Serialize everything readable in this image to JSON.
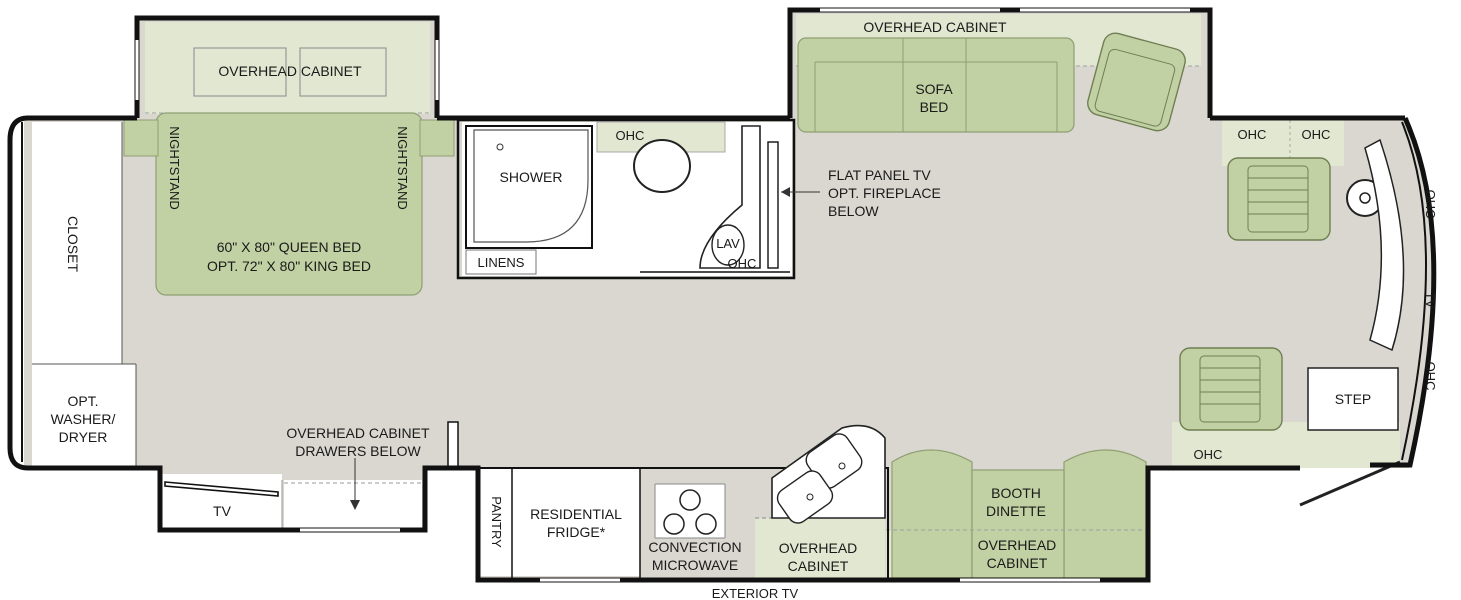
{
  "labels": {
    "overhead_cabinet_bedroom": "OVERHEAD CABINET",
    "nightstand_left": "NIGHTSTAND",
    "nightstand_right": "NIGHTSTAND",
    "bed_line1": "60\" X 80\" QUEEN BED",
    "bed_line2": "OPT. 72\" X 80\" KING BED",
    "closet": "CLOSET",
    "washer_line1": "OPT.",
    "washer_line2": "WASHER/",
    "washer_line3": "DRYER",
    "tv_bedroom": "TV",
    "overhead_drawers_line1": "OVERHEAD CABINET",
    "overhead_drawers_line2": "DRAWERS BELOW",
    "shower": "SHOWER",
    "linens": "LINENS",
    "ohc_bath": "OHC",
    "lav": "LAV",
    "ohc_lav": "OHC",
    "flat_tv_line1": "FLAT PANEL TV",
    "flat_tv_line2": "OPT. FIREPLACE",
    "flat_tv_line3": "BELOW",
    "overhead_cabinet_living": "OVERHEAD CABINET",
    "sofa_line1": "SOFA",
    "sofa_line2": "BED",
    "ohc_front_left": "OHC",
    "ohc_front_right": "OHC",
    "ohc_dash_top": "OHC",
    "tv_dash": "TV",
    "ohc_dash_bottom": "OHC",
    "step": "STEP",
    "ohc_door": "OHC",
    "booth_line1": "BOOTH",
    "booth_line2": "DINETTE",
    "overhead_booth_line1": "OVERHEAD",
    "overhead_booth_line2": "CABINET",
    "overhead_kitchen_line1": "OVERHEAD",
    "overhead_kitchen_line2": "CABINET",
    "convection_line1": "CONVECTION",
    "convection_line2": "MICROWAVE",
    "fridge_line1": "RESIDENTIAL",
    "fridge_line2": "FRIDGE*",
    "pantry": "PANTRY",
    "exterior_tv": "EXTERIOR TV"
  },
  "colors": {
    "floor": "#d9d7d0",
    "furniture": "#c2d1a3",
    "light_area": "#e2e7d2",
    "wall": "#111111",
    "white": "#ffffff"
  }
}
